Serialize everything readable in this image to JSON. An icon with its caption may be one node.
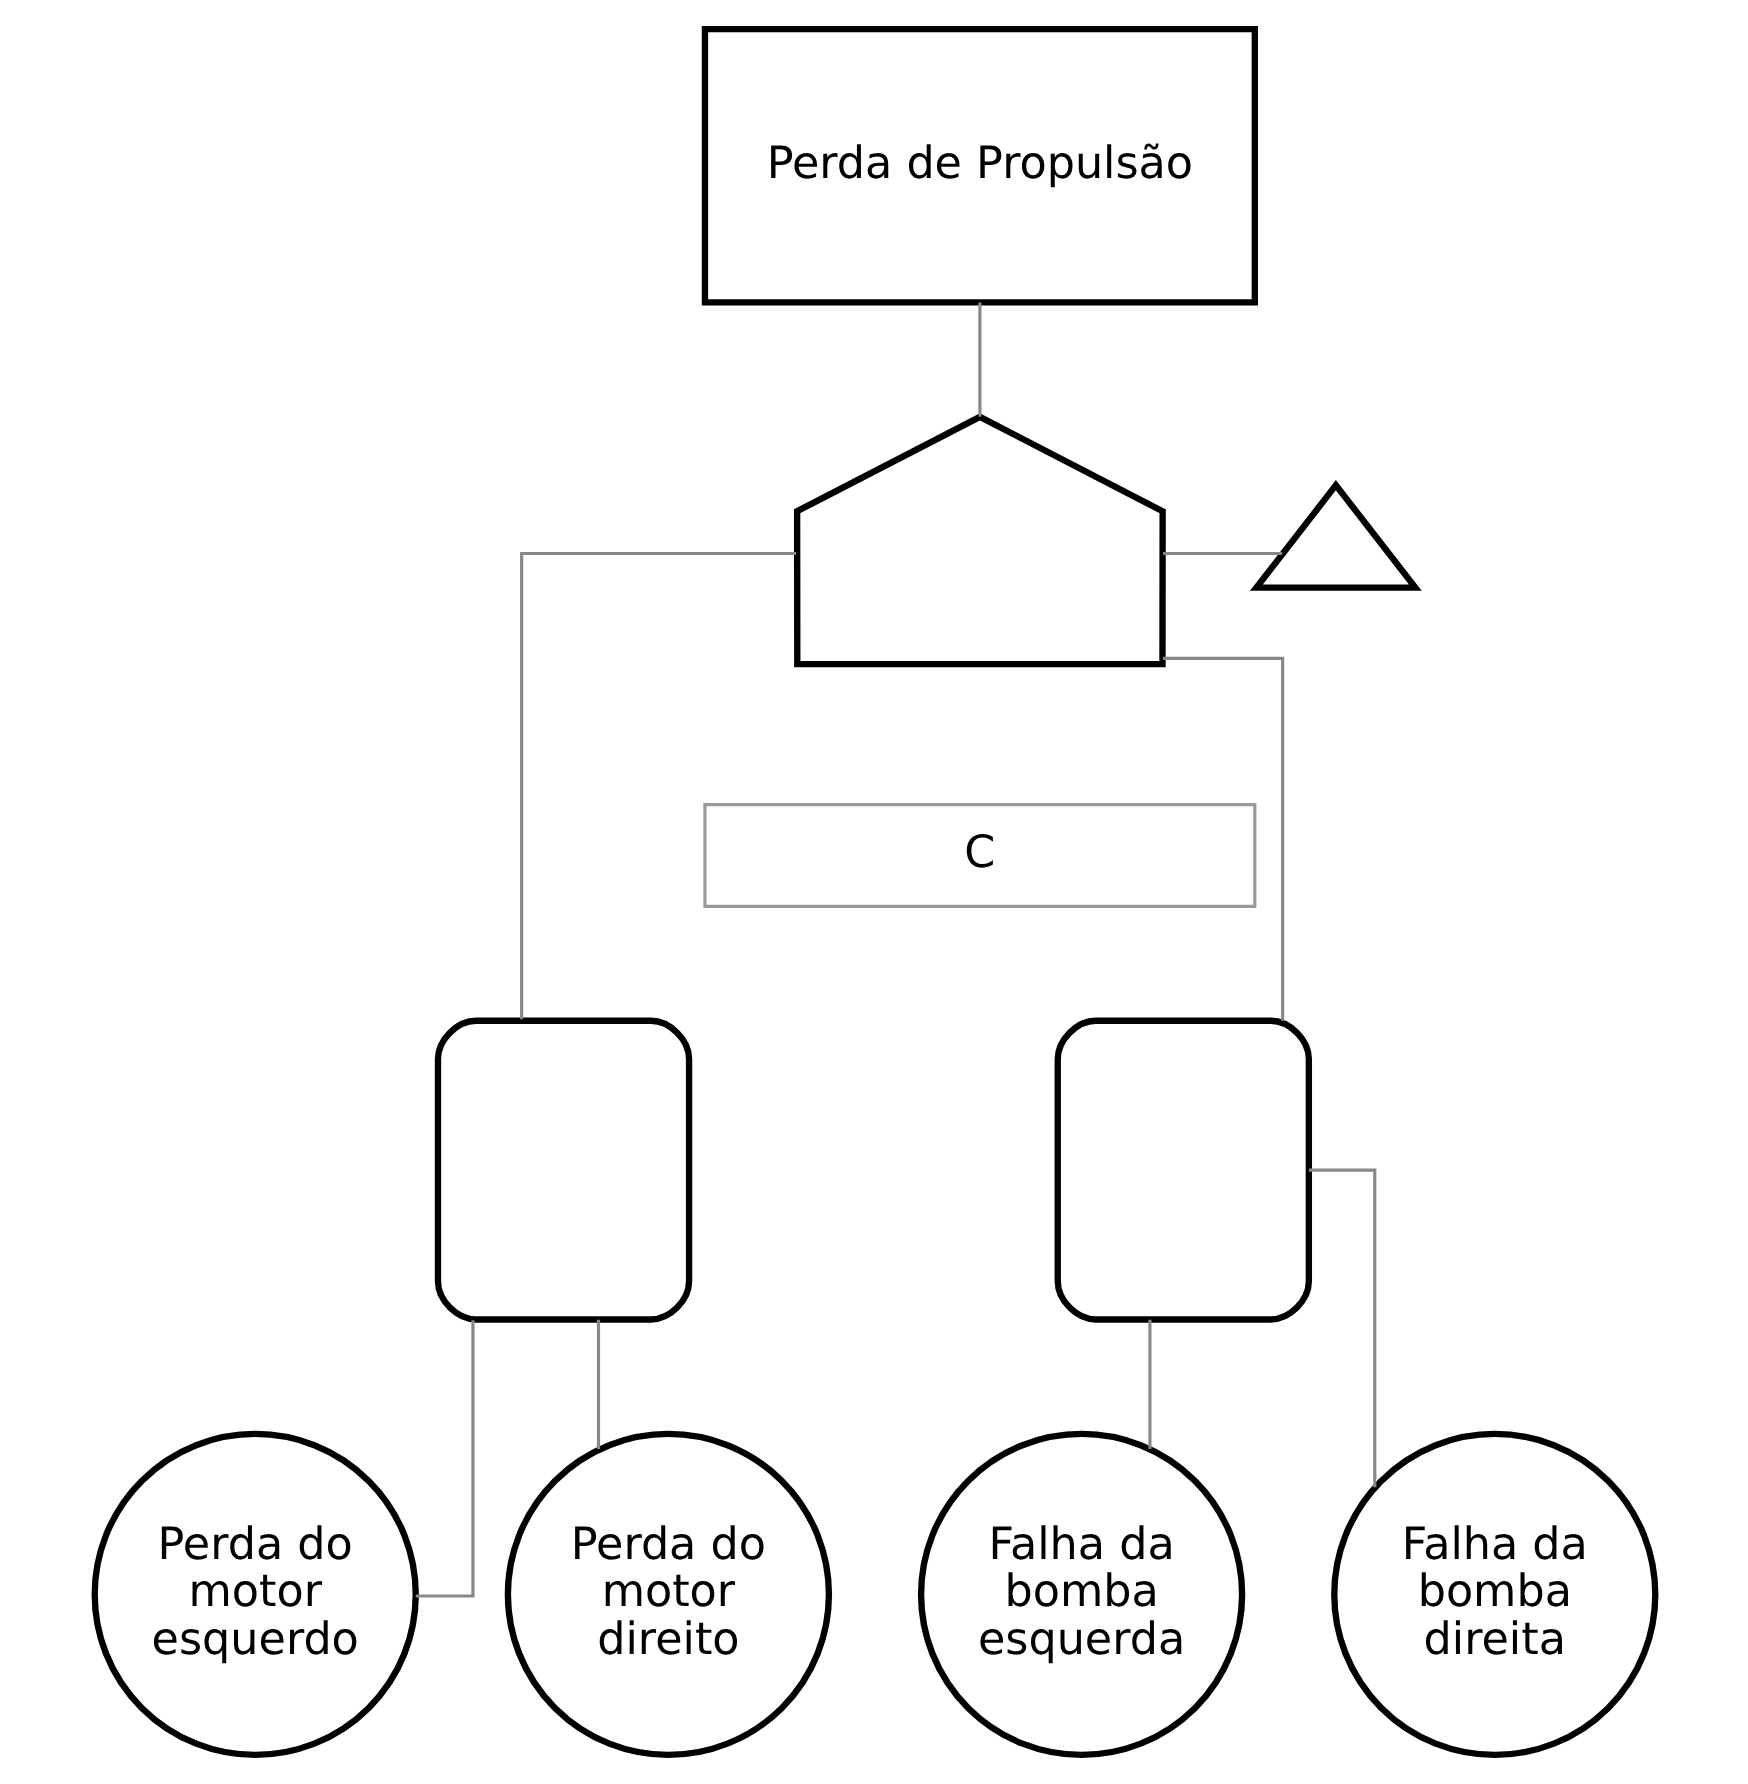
{
  "diagram": {
    "nodes": [
      {
        "text": [
          "Perda de Propulsão"
        ]
      },
      {
        "text": [],
        "shape": "gate"
      },
      {
        "text": [
          "C"
        ]
      },
      {
        "text": [],
        "shape": "triangle"
      },
      {
        "text": [],
        "shape": "gate"
      },
      {
        "text": [],
        "shape": "gate"
      },
      {
        "text": [
          "Perda do motor esquerdo"
        ]
      },
      {
        "text": [
          "Perda do motor direito"
        ]
      },
      {
        "text": [
          "Falha da bomba esquerda"
        ]
      },
      {
        "text": [
          "Falha da bomba direita"
        ]
      }
    ],
    "edges": [
      {
        "from": 0,
        "to": 1,
        "arrow": "none"
      },
      {
        "from": 1,
        "to": 3,
        "arrow": "none"
      },
      {
        "from": 1,
        "to": 4,
        "arrow": "none"
      },
      {
        "from": 1,
        "to": 5,
        "arrow": "none"
      },
      {
        "from": 4,
        "to": 6,
        "arrow": "none"
      },
      {
        "from": 4,
        "to": 7,
        "arrow": "none"
      },
      {
        "from": 5,
        "to": 8,
        "arrow": "none"
      },
      {
        "from": 5,
        "to": 9,
        "arrow": "none"
      }
    ]
  }
}
